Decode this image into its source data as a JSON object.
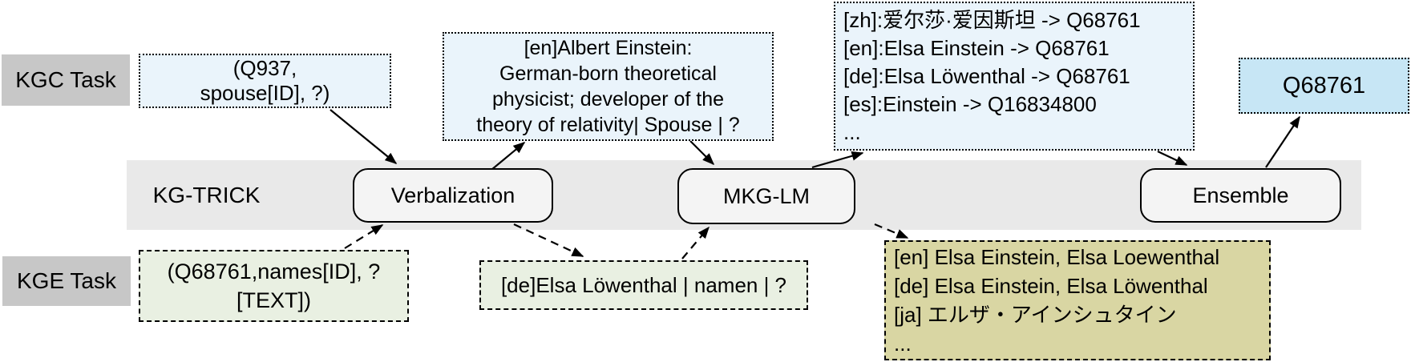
{
  "diagram": {
    "pipeline_label": "KG-TRICK",
    "tasks": [
      {
        "label": "KGC Task"
      },
      {
        "label": "KGE Task"
      }
    ],
    "nodes": [
      {
        "label": "Verbalization"
      },
      {
        "label": "MKG-LM"
      },
      {
        "label": "Ensemble"
      }
    ],
    "boxes": {
      "kgc_input": {
        "lines": [
          "(Q937,",
          "spouse[ID], ?)"
        ]
      },
      "kgc_verbalized": {
        "lines": [
          "[en]Albert Einstein:",
          "German-born theoretical",
          "physicist; developer of the",
          "theory of relativity| Spouse | ?"
        ]
      },
      "kgc_predictions": {
        "lines": [
          "[zh]:爱尔莎·爱因斯坦 -> Q68761",
          "[en]:Elsa Einstein -> Q68761",
          "[de]:Elsa Löwenthal -> Q68761",
          "[es]:Einstein -> Q16834800",
          "..."
        ]
      },
      "kgc_output": {
        "label": "Q68761"
      },
      "kge_input": {
        "lines": [
          "(Q68761,names[ID], ?",
          "[TEXT])"
        ]
      },
      "kge_verbalized": {
        "lines": [
          "[de]Elsa Löwenthal | namen | ?"
        ]
      },
      "kge_predictions": {
        "lines": [
          "[en] Elsa Einstein, Elsa Loewenthal",
          "[de] Elsa Einstein, Elsa Löwenthal",
          "[ja] エルザ・アインシュタイン",
          "..."
        ]
      }
    },
    "colors": {
      "band_gray": "#e9e9e9",
      "node_fill": "#f4f4f4",
      "task_label_gray": "#c7c7c7",
      "blue_pale": "#eaf4fb",
      "blue_strong": "#c7e6f5",
      "green_pale": "#e9f0e2",
      "olive": "#d9d6a3",
      "line_black": "#000000"
    }
  }
}
